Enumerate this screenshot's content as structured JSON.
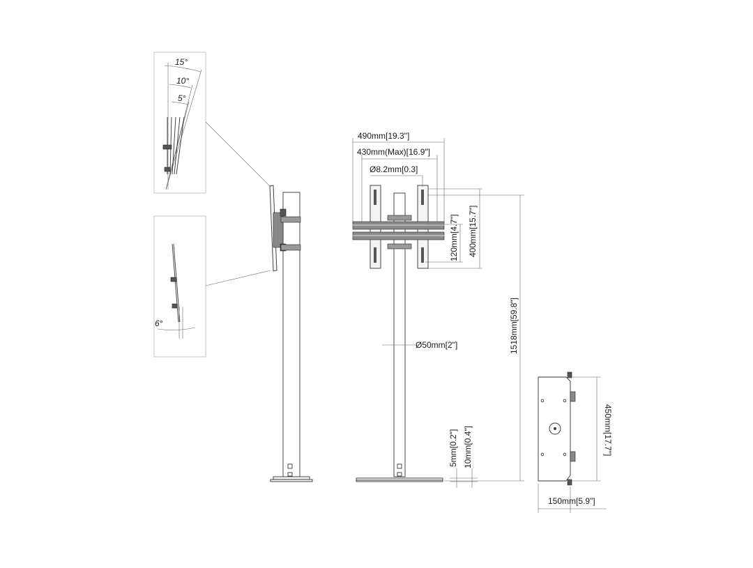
{
  "tilt_detail": {
    "angle_15": "15°",
    "angle_10": "10°",
    "angle_5": "5°",
    "angle_6": "6°"
  },
  "front_view": {
    "width_overall": "490mm[19.3\"]",
    "width_max": "430mm(Max)[16.9\"]",
    "hole_dia": "Ø8.2mm[0.3]",
    "height_120": "120mm[4.7\"]",
    "height_400": "400mm[15.7\"]",
    "pole_dia": "Ø50mm[2\"]",
    "total_height": "1518mm[59.8\"]",
    "base_5mm": "5mm[0.2\"]",
    "base_10mm": "10mm[0.4\"]"
  },
  "base_view": {
    "length": "450mm[17.7\"]",
    "width": "150mm[5.9\"]"
  }
}
